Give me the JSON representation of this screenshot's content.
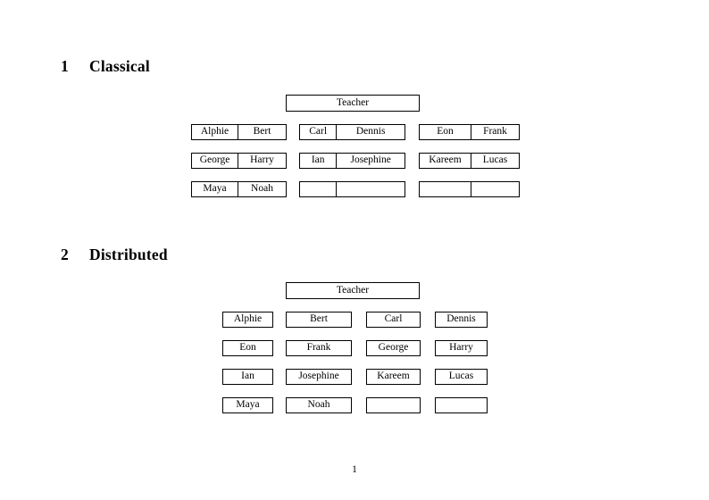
{
  "document": {
    "page_number": "1",
    "background_color": "#ffffff",
    "text_color": "#000000",
    "border_color": "#000000"
  },
  "sections": [
    {
      "number": "1",
      "title": "Classical",
      "teacher_label": "Teacher",
      "groups": [
        {
          "id": "group-a",
          "rows": [
            {
              "left": "Alphie",
              "right": "Bert"
            },
            {
              "left": "George",
              "right": "Harry"
            },
            {
              "left": "Maya",
              "right": "Noah"
            }
          ]
        },
        {
          "id": "group-b",
          "rows": [
            {
              "left": "Carl",
              "right": "Dennis"
            },
            {
              "left": "Ian",
              "right": "Josephine"
            },
            {
              "left": "",
              "right": ""
            }
          ]
        },
        {
          "id": "group-c",
          "rows": [
            {
              "left": "Eon",
              "right": "Frank"
            },
            {
              "left": "Kareem",
              "right": "Lucas"
            },
            {
              "left": "",
              "right": ""
            }
          ]
        }
      ]
    },
    {
      "number": "2",
      "title": "Distributed",
      "teacher_label": "Teacher",
      "grid": [
        [
          "Alphie",
          "Bert",
          "Carl",
          "Dennis"
        ],
        [
          "Eon",
          "Frank",
          "George",
          "Harry"
        ],
        [
          "Ian",
          "Josephine",
          "Kareem",
          "Lucas"
        ],
        [
          "Maya",
          "Noah",
          "",
          ""
        ]
      ]
    }
  ]
}
